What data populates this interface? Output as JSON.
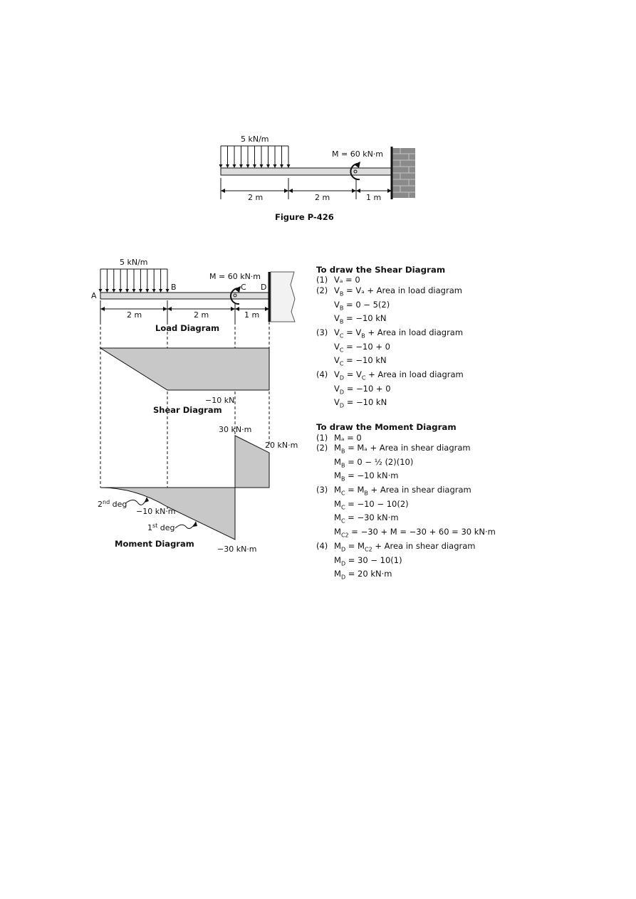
{
  "figure1": {
    "load_label": "5 kN/m",
    "moment_label": "M = 60 kN·m",
    "dims": [
      "2 m",
      "2 m",
      "1 m"
    ],
    "caption": "Figure P-426"
  },
  "figure2": {
    "load_label": "5 kN/m",
    "moment_label": "M = 60 kN·m",
    "points": [
      "A",
      "B",
      "C",
      "D"
    ],
    "dims": [
      "2 m",
      "2 m",
      "1 m"
    ],
    "load_caption": "Load Diagram",
    "shear_value": "−10 kN",
    "shear_caption": "Shear Diagram",
    "moment_pos_label": "30 kN·m",
    "moment_end_label": "20 kN·m",
    "deg2_label": "2",
    "deg2_sup": "nd",
    "deg2_suffix": " deg",
    "moment_b_label": "−10 kN·m",
    "deg1_label": "1",
    "deg1_sup": "st",
    "deg1_suffix": " deg",
    "moment_caption": "Moment Diagram",
    "moment_neg_label": "−30 kN·m"
  },
  "shear": {
    "title": "To draw the Shear Diagram",
    "steps": [
      {
        "num": "(1)",
        "lines": [
          "Vₐ = 0"
        ]
      },
      {
        "num": "(2)",
        "lines": [
          "V_B = Vₐ + Area in load diagram",
          "V_B = 0 − 5(2)",
          "V_B = −10 kN"
        ]
      },
      {
        "num": "(3)",
        "lines": [
          "V_C = V_B + Area in load diagram",
          "V_C = −10 + 0",
          "V_C = −10 kN"
        ]
      },
      {
        "num": "(4)",
        "lines": [
          "V_D = V_C + Area in load diagram",
          "V_D = −10 + 0",
          "V_D = −10 kN"
        ]
      }
    ]
  },
  "moment": {
    "title": "To draw the Moment Diagram",
    "steps": [
      {
        "num": "(1)",
        "lines": [
          "Mₐ = 0"
        ]
      },
      {
        "num": "(2)",
        "lines": [
          "M_B = Mₐ + Area in shear diagram",
          "M_B = 0 − ½ (2)(10)",
          "M_B = −10 kN·m"
        ]
      },
      {
        "num": "(3)",
        "lines": [
          "M_C = M_B + Area in shear diagram",
          "M_C = −10 − 10(2)",
          "M_C = −30 kN·m",
          "M_C2 = −30 + M = −30 + 60 = 30 kN·m"
        ]
      },
      {
        "num": "(4)",
        "lines": [
          "M_D = M_C2 + Area in shear diagram",
          "M_D = 30 − 10(1)",
          "M_D = 20 kN·m"
        ]
      }
    ]
  },
  "colors": {
    "beam_fill": "#dcdcdc",
    "diagram_fill": "#c8c8c8",
    "brick": "#8a8a8a",
    "ink": "#111111"
  }
}
